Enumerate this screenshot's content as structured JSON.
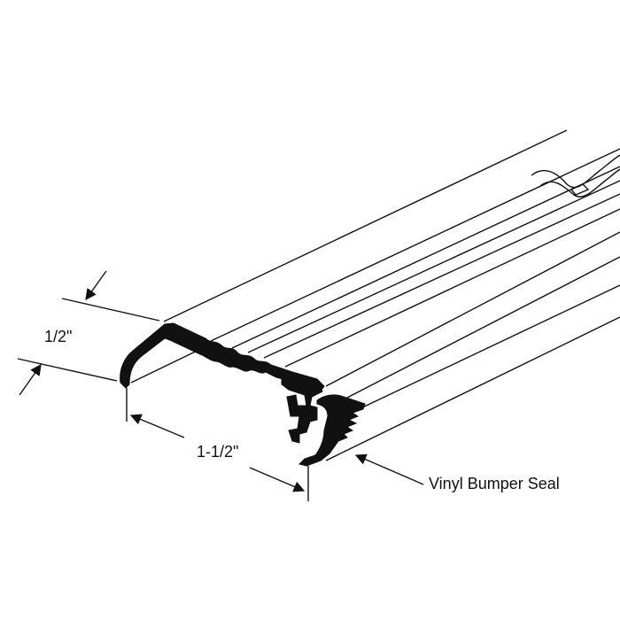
{
  "dimensions": {
    "height_label": "1/2\"",
    "width_label": "1-1/2\""
  },
  "callout": {
    "label": "Vinyl Bumper Seal"
  },
  "colors": {
    "ink": "#111111",
    "background": "#ffffff"
  }
}
